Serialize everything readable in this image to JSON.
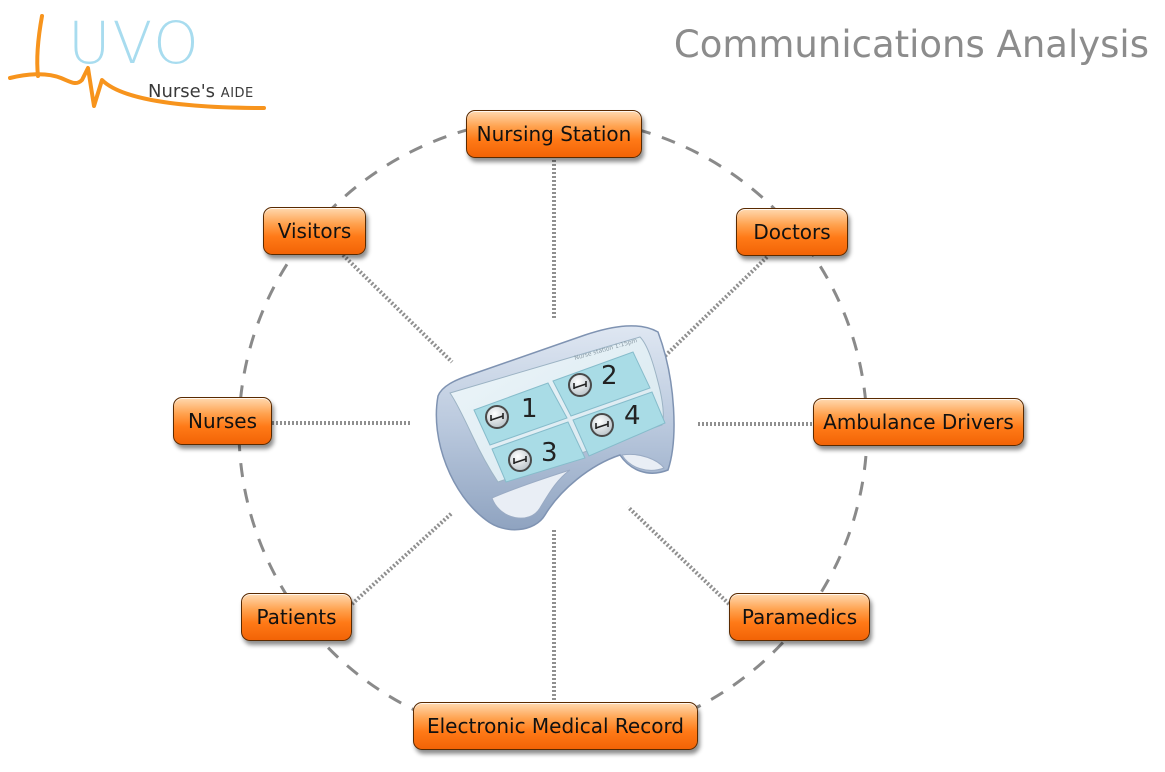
{
  "logo": {
    "word": "UVO",
    "sub_main": "Nurse's",
    "sub_small": "AIDE"
  },
  "header": {
    "title": "Communications Analysis"
  },
  "device": {
    "name_strip": "Nurse station 1:15pm",
    "rooms": [
      "1",
      "2",
      "3",
      "4"
    ]
  },
  "nodes": {
    "nursing_station": "Nursing Station",
    "visitors": "Visitors",
    "doctors": "Doctors",
    "nurses": "Nurses",
    "ambulance_drivers": "Ambulance Drivers",
    "patients": "Patients",
    "paramedics": "Paramedics",
    "emr": "Electronic Medical Record"
  },
  "colors": {
    "node_orange": "#ff7a17",
    "logo_blue": "#a8dcef",
    "logo_orange": "#f7941d",
    "title_gray": "#8c8c8c",
    "device_blue": "#a9dce6"
  }
}
